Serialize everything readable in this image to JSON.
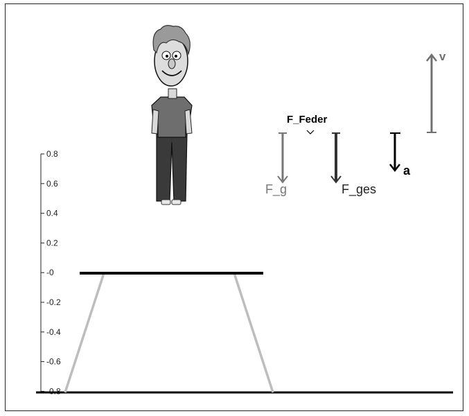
{
  "scale": {
    "ticks": [
      "0.8",
      "0.6",
      "0.4",
      "0.2",
      "-0",
      "-0.2",
      "-0.4",
      "-0.6",
      "-0.8"
    ]
  },
  "vectors": {
    "spring_force": {
      "label": "F_Feder"
    },
    "gravity": {
      "label": "F_g",
      "color": "#777777"
    },
    "net_force": {
      "label": "F_ges",
      "color": "#333333"
    },
    "acceleration": {
      "label": "a",
      "color": "#000000"
    },
    "velocity": {
      "label": "v",
      "color": "#707070"
    }
  },
  "colors": {
    "trampoline_legs": "#bdbdbd",
    "ground": "#000000",
    "trampoline_mat": "#000000"
  }
}
